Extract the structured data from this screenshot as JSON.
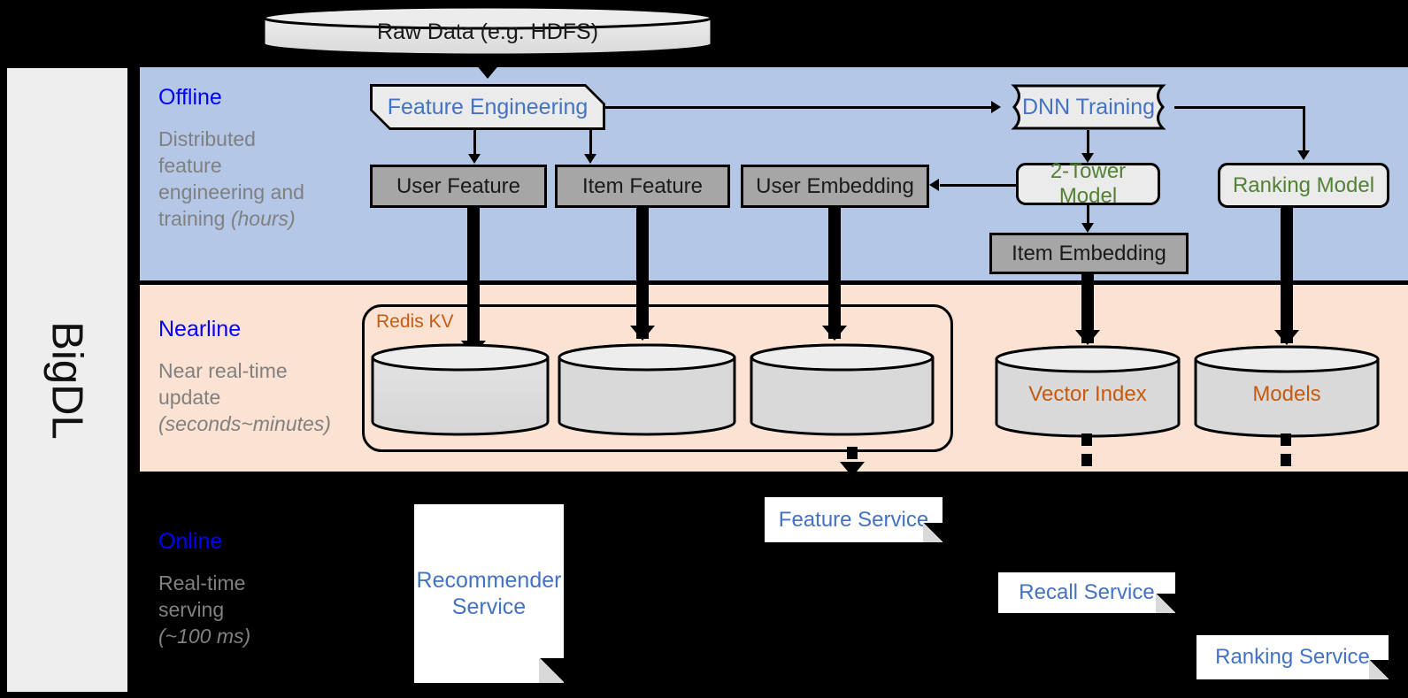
{
  "diagram": {
    "framework_label": "BigDL",
    "bands": [
      {
        "id": "offline",
        "title": "Offline",
        "description_line1": "Distributed",
        "description_line2": "feature",
        "description_line3": "engineering and",
        "description_line4": "training ",
        "description_em": "(hours)",
        "bg_color": "#b4c7e7",
        "title_color": "#0000ff"
      },
      {
        "id": "nearline",
        "title": "Nearline",
        "description_line1": "Near real-time",
        "description_line2": "update",
        "description_em": "(seconds~minutes)",
        "bg_color": "#fbe2d2",
        "title_color": "#0000ff"
      },
      {
        "id": "online",
        "title": "Online",
        "description_line1": "Real-time",
        "description_line2": "serving",
        "description_em": "(~100 ms)",
        "bg_color": "#000000",
        "title_color": "#0000ff"
      }
    ],
    "nodes": {
      "raw_data": "Raw Data (e.g. HDFS)",
      "feature_engineering": "Feature Engineering",
      "dnn_training": "DNN Training",
      "user_feature": "User Feature",
      "item_feature": "Item Feature",
      "user_embedding": "User Embedding",
      "two_tower_model": "2-Tower Model",
      "ranking_model": "Ranking Model",
      "item_embedding": "Item Embedding",
      "redis_kv": "Redis KV",
      "kv_store_1": "",
      "kv_store_2": "",
      "kv_store_3": "",
      "vector_index": "Vector Index",
      "models": "Models",
      "recommender_service_line1": "Recommender",
      "recommender_service_line2": "Service",
      "feature_service": "Feature Service",
      "recall_service": "Recall Service",
      "ranking_service": "Ranking Service"
    },
    "colors": {
      "offline_band": "#b4c7e7",
      "nearline_band": "#fbe2d2",
      "online_band": "#000000",
      "process_text": "#4472c4",
      "model_text": "#538135",
      "store_text": "#c55a11",
      "data_box": "#a6a6a6",
      "node_fill": "#ebebeb",
      "band_title": "#0000ff",
      "band_desc": "#808080",
      "rail_bg": "#eeeeee"
    }
  }
}
